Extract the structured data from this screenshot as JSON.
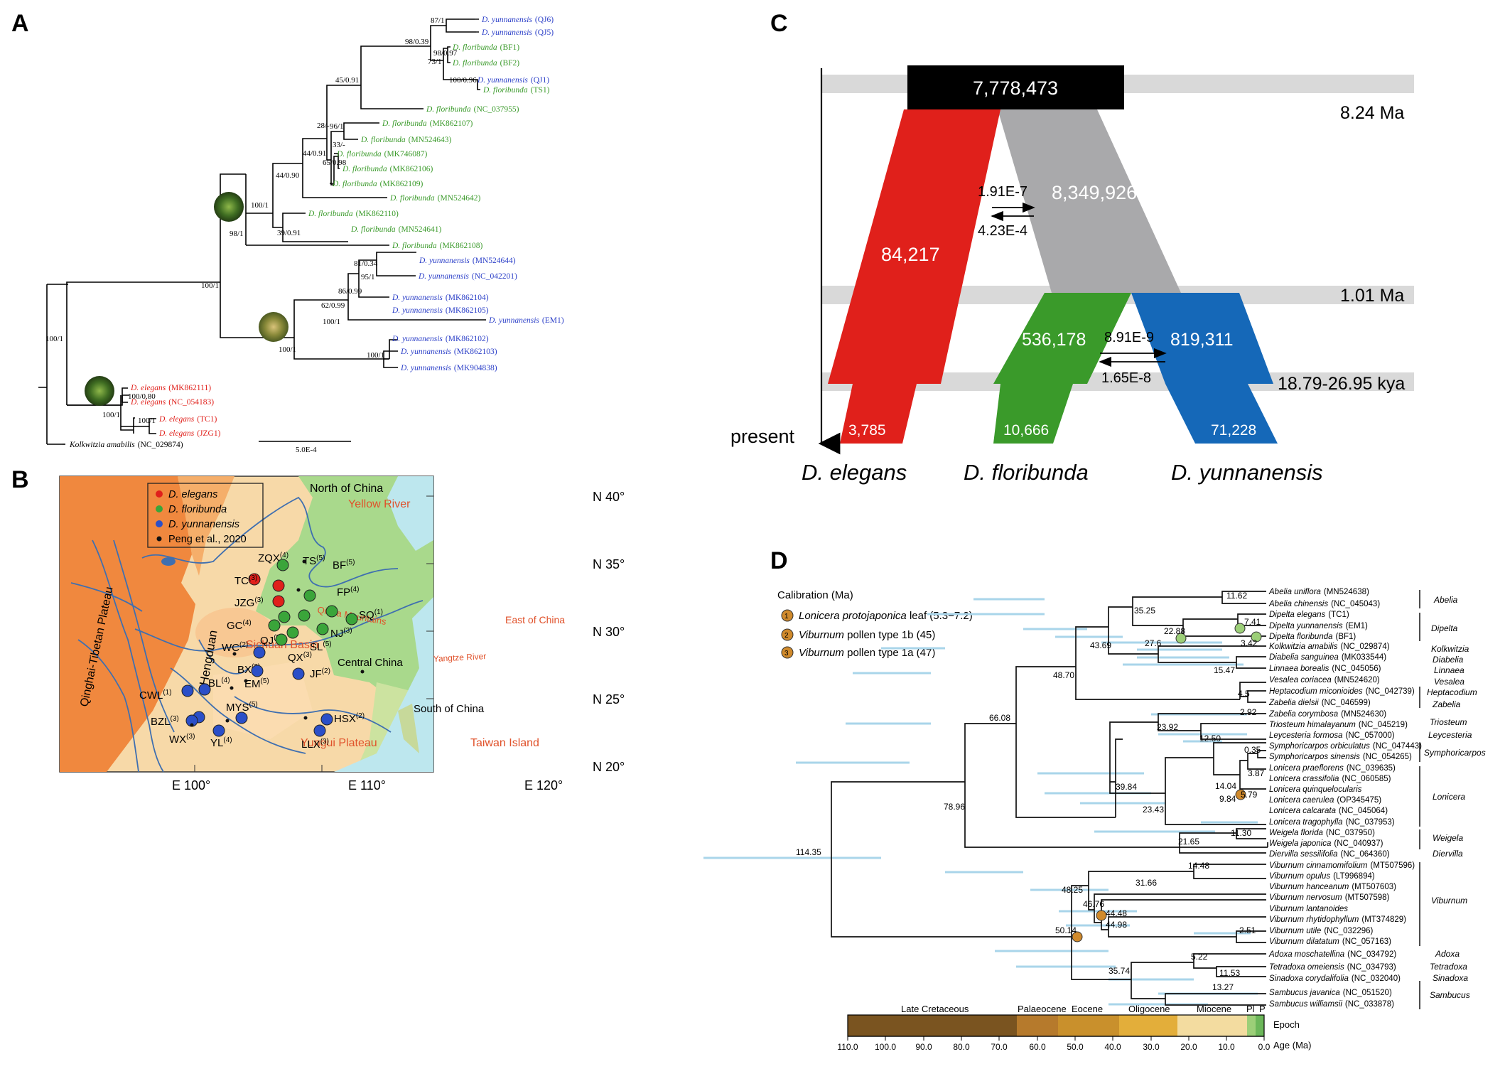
{
  "panel_labels": {
    "a": "A",
    "b": "B",
    "c": "C",
    "d": "D"
  },
  "panel_a": {
    "tips": [
      {
        "species": "D. yunnanensis",
        "code": "(QJ6)",
        "color": "#2b3fc8"
      },
      {
        "species": "D. yunnanensis",
        "code": "(QJ5)",
        "color": "#2b3fc8"
      },
      {
        "species": "D. floribunda",
        "code": "(BF1)",
        "color": "#3a9a2a"
      },
      {
        "species": "D. floribunda",
        "code": "(BF2)",
        "color": "#3a9a2a"
      },
      {
        "species": "D. yunnanensis",
        "code": "(QJ1)",
        "color": "#2b3fc8"
      },
      {
        "species": "D. floribunda",
        "code": "(TS1)",
        "color": "#3a9a2a"
      },
      {
        "species": "D. floribunda",
        "code": "(NC_037955)",
        "color": "#3a9a2a"
      },
      {
        "species": "D. floribunda",
        "code": "(MK862107)",
        "color": "#3a9a2a"
      },
      {
        "species": "D. floribunda",
        "code": "(MN524643)",
        "color": "#3a9a2a"
      },
      {
        "species": "D. floribunda",
        "code": "(MK746087)",
        "color": "#3a9a2a"
      },
      {
        "species": "D. floribunda",
        "code": "(MK862106)",
        "color": "#3a9a2a"
      },
      {
        "species": "D. floribunda",
        "code": "(MK862109)",
        "color": "#3a9a2a"
      },
      {
        "species": "D. floribunda",
        "code": "(MN524642)",
        "color": "#3a9a2a"
      },
      {
        "species": "D. floribunda",
        "code": "(MK862110)",
        "color": "#3a9a2a"
      },
      {
        "species": "D. floribunda",
        "code": "(MN524641)",
        "color": "#3a9a2a"
      },
      {
        "species": "D. floribunda",
        "code": "(MK862108)",
        "color": "#3a9a2a"
      },
      {
        "species": "D. yunnanensis",
        "code": "(MN524644)",
        "color": "#2b3fc8"
      },
      {
        "species": "D. yunnanensis",
        "code": "(NC_042201)",
        "color": "#2b3fc8"
      },
      {
        "species": "D. yunnanensis",
        "code": "(MK862104)",
        "color": "#2b3fc8"
      },
      {
        "species": "D. yunnanensis",
        "code": "(MK862105)",
        "color": "#2b3fc8"
      },
      {
        "species": "D. yunnanensis",
        "code": "(EM1)",
        "color": "#2b3fc8"
      },
      {
        "species": "D. yunnanensis",
        "code": "(MK862102)",
        "color": "#2b3fc8"
      },
      {
        "species": "D. yunnanensis",
        "code": "(MK862103)",
        "color": "#2b3fc8"
      },
      {
        "species": "D. yunnanensis",
        "code": "(MK904838)",
        "color": "#2b3fc8"
      },
      {
        "species": "D. elegans",
        "code": "(MK862111)",
        "color": "#e0201b"
      },
      {
        "species": "D. elegans",
        "code": "(NC_054183)",
        "color": "#e0201b"
      },
      {
        "species": "D. elegans",
        "code": "(TC1)",
        "color": "#e0201b"
      },
      {
        "species": "D. elegans",
        "code": "(JZG1)",
        "color": "#e0201b"
      },
      {
        "species": "Kolkwitzia amabilis",
        "code": "(NC_029874)",
        "color": "#000000"
      }
    ],
    "support": [
      "87/1",
      "98/0.39",
      "98/0.97",
      "73/1",
      "100/0.96",
      "45/0.91",
      "28/-",
      "96/1",
      "33/-",
      "65/0.98",
      "44/0.91",
      "44/0.90",
      "100/1",
      "98/1",
      "39/0.91",
      "81/0.34",
      "95/1",
      "86/0.99",
      "62/0.99",
      "100/1",
      "100/1",
      "100/1",
      "100/1",
      "100/0.80",
      "100/1",
      "100/1",
      "100/1"
    ],
    "scale_label": "5.0E-4"
  },
  "panel_b": {
    "legend": [
      {
        "label": "D. elegans",
        "color": "#e0201b"
      },
      {
        "label": "D. floribunda",
        "color": "#3aa53a"
      },
      {
        "label": "D. yunnanensis",
        "color": "#2b4fc8"
      },
      {
        "label": "Peng et al., 2020",
        "color": "#111111"
      }
    ],
    "regions": [
      "North of China",
      "Yellow River",
      "Qinghai-Tibetan Plateau",
      "Hengduan",
      "Qinba Mountains",
      "Sichuan Basin",
      "East of China",
      "Yangtze River",
      "Central China",
      "Yungui Plateau",
      "South of China",
      "Taiwan Island"
    ],
    "lat_labels": [
      "N 40°",
      "N 35°",
      "N 30°",
      "N 25°",
      "N 20°"
    ],
    "lon_labels": [
      "E 100°",
      "E 110°",
      "E 120°"
    ],
    "sites": [
      {
        "code": "ZQX",
        "n": "(4)"
      },
      {
        "code": "TS",
        "n": "(5)"
      },
      {
        "code": "BF",
        "n": "(5)"
      },
      {
        "code": "TC",
        "n": "(3)"
      },
      {
        "code": "FP",
        "n": "(4)"
      },
      {
        "code": "JZG",
        "n": "(3)"
      },
      {
        "code": "SQ",
        "n": "(1)"
      },
      {
        "code": "GC",
        "n": "(4)"
      },
      {
        "code": "NJ",
        "n": "(3)"
      },
      {
        "code": "QJ",
        "n": "(5)"
      },
      {
        "code": "SL",
        "n": "(5)"
      },
      {
        "code": "WC",
        "n": "(2)"
      },
      {
        "code": "QX",
        "n": "(3)"
      },
      {
        "code": "BX",
        "n": "(2)"
      },
      {
        "code": "EM",
        "n": "(5)"
      },
      {
        "code": "JF",
        "n": "(2)"
      },
      {
        "code": "CWL",
        "n": "(1)"
      },
      {
        "code": "BL",
        "n": "(4)"
      },
      {
        "code": "MYS",
        "n": "(5)"
      },
      {
        "code": "HSX",
        "n": "(2)"
      },
      {
        "code": "BZL",
        "n": "(3)"
      },
      {
        "code": "WX",
        "n": "(3)"
      },
      {
        "code": "YL",
        "n": "(4)"
      },
      {
        "code": "LLX",
        "n": "(3)"
      }
    ]
  },
  "panel_c": {
    "ancestral": "7,778,473",
    "elegans_anc": "84,217",
    "gray_anc": "8,349,926",
    "floribunda_anc": "536,178",
    "yunnanensis_anc": "819,311",
    "elegans_now": "3,785",
    "floribunda_now": "10,666",
    "yunnanensis_now": "71,228",
    "mig1_top": "1.91E-7",
    "mig1_bottom": "4.23E-4",
    "mig2_top": "8.91E-9",
    "mig2_bottom": "1.65E-8",
    "time1": "8.24 Ma",
    "time2": "1.01 Ma",
    "time3": "18.79-26.95 kya",
    "present": "present",
    "species": [
      "D. elegans",
      "D. floribunda",
      "D. yunnanensis"
    ],
    "colors": {
      "elegans": "#e0201b",
      "gray": "#a9a9ab",
      "floribunda": "#3a9a2a",
      "yunnanensis": "#1568b8",
      "band": "#d9d9d9"
    }
  },
  "panel_d": {
    "calibration_title": "Calibration (Ma)",
    "calibrations": [
      {
        "n": "1",
        "genus": "Lonicera protojaponica",
        "rest": " leaf (5.3−7.2)"
      },
      {
        "n": "2",
        "genus": "Viburnum",
        "rest": " pollen type 1b (45)"
      },
      {
        "n": "3",
        "genus": "Viburnum",
        "rest": " pollen type 1a (47)"
      }
    ],
    "tips": [
      {
        "sp": "Abelia uniflora",
        "acc": "(MN524638)"
      },
      {
        "sp": "Abelia chinensis",
        "acc": "(NC_045043)"
      },
      {
        "sp": "Dipelta elegans",
        "acc": "(TC1)"
      },
      {
        "sp": "Dipelta yunnanensis",
        "acc": "(EM1)"
      },
      {
        "sp": "Dipelta floribunda",
        "acc": "(BF1)"
      },
      {
        "sp": "Kolkwitzia amabilis",
        "acc": "(NC_029874)"
      },
      {
        "sp": "Diabelia sanguinea",
        "acc": "(MK033544)"
      },
      {
        "sp": "Linnaea borealis",
        "acc": "(NC_045056)"
      },
      {
        "sp": "Vesalea coriacea",
        "acc": "(MN524620)"
      },
      {
        "sp": "Heptacodium miconioides",
        "acc": "(NC_042739)"
      },
      {
        "sp": "Zabelia dielsii",
        "acc": "(NC_046599)"
      },
      {
        "sp": "Zabelia corymbosa",
        "acc": "(MN524630)"
      },
      {
        "sp": "Triosteum himalayanum",
        "acc": "(NC_045219)"
      },
      {
        "sp": "Leycesteria formosa",
        "acc": "(NC_057000)"
      },
      {
        "sp": "Symphoricarpos orbiculatus",
        "acc": "(NC_047443)"
      },
      {
        "sp": "Symphoricarpos sinensis",
        "acc": "(NC_054265)"
      },
      {
        "sp": "Lonicera praeflorens",
        "acc": "(NC_039635)"
      },
      {
        "sp": "Lonicera crassifolia",
        "acc": "(NC_060585)"
      },
      {
        "sp": "Lonicera quinquelocularis",
        "acc": ""
      },
      {
        "sp": "Lonicera caerulea",
        "acc": "(OP345475)"
      },
      {
        "sp": "Lonicera calcarata",
        "acc": "(NC_045064)"
      },
      {
        "sp": "Lonicera tragophylla",
        "acc": "(NC_037953)"
      },
      {
        "sp": "Weigela florida",
        "acc": "(NC_037950)"
      },
      {
        "sp": "Weigela japonica",
        "acc": "(NC_040937)"
      },
      {
        "sp": "Diervilla sessilifolia",
        "acc": "(NC_064360)"
      },
      {
        "sp": "Viburnum cinnamomifolium",
        "acc": "(MT507596)"
      },
      {
        "sp": "Viburnum opulus",
        "acc": "(LT996894)"
      },
      {
        "sp": "Viburnum hanceanum",
        "acc": "(MT507603)"
      },
      {
        "sp": "Viburnum nervosum",
        "acc": "(MT507598)"
      },
      {
        "sp": "Viburnum lantanoides",
        "acc": ""
      },
      {
        "sp": "Viburnum rhytidophyllum",
        "acc": "(MT374829)"
      },
      {
        "sp": "Viburnum utile",
        "acc": "(NC_032296)"
      },
      {
        "sp": "Viburnum dilatatum",
        "acc": "(NC_057163)"
      },
      {
        "sp": "Adoxa moschatellina",
        "acc": "(NC_034792)"
      },
      {
        "sp": "Tetradoxa omeiensis",
        "acc": "(NC_034793)"
      },
      {
        "sp": "Sinadoxa corydalifolia",
        "acc": "(NC_032040)"
      },
      {
        "sp": "Sambucus javanica",
        "acc": "(NC_051520)"
      },
      {
        "sp": "Sambucus williamsii",
        "acc": "(NC_033878)"
      }
    ],
    "genera": [
      "Abelia",
      "Dipelta",
      "Kolkwitzia",
      "Diabelia",
      "Linnaea",
      "Vesalea",
      "Heptacodium",
      "Zabelia",
      "Triosteum",
      "Leycesteria",
      "Symphoricarpos",
      "Lonicera",
      "Weigela",
      "Diervilla",
      "Viburnum",
      "Adoxa",
      "Tetradoxa",
      "Sinadoxa",
      "Sambucus"
    ],
    "node_ages": [
      "11.62",
      "35.25",
      "7.41",
      "22.88",
      "3.42",
      "27.6",
      "43.69",
      "15.47",
      "48.70",
      "4.5",
      "2.92",
      "66.08",
      "23.92",
      "12.50",
      "0.35",
      "39.84",
      "3.87",
      "14.04",
      "5.79",
      "9.84",
      "23.43",
      "78.96",
      "11.30",
      "21.65",
      "114.35",
      "14.48",
      "48.25",
      "31.66",
      "46.76",
      "44.48",
      "44.98",
      "2.51",
      "50.14",
      "5.22",
      "35.74",
      "11.53",
      "13.27"
    ],
    "epochs": [
      "Late Cretaceous",
      "Palaeocene",
      "Eocene",
      "Oligocene",
      "Miocene",
      "Pl",
      "P"
    ],
    "epoch_colors": [
      "#7a5420",
      "#b67a2c",
      "#c9902c",
      "#e3ae3a",
      "#f3dca0",
      "#fbecc6",
      "#9ccf78",
      "#6cb75a"
    ],
    "epoch_label": "Epoch",
    "age_ticks": [
      "110.0",
      "100.0",
      "90.0",
      "80.0",
      "70.0",
      "60.0",
      "50.0",
      "40.0",
      "30.0",
      "20.0",
      "10.0",
      "0.0"
    ],
    "age_label": "Age (Ma)"
  }
}
